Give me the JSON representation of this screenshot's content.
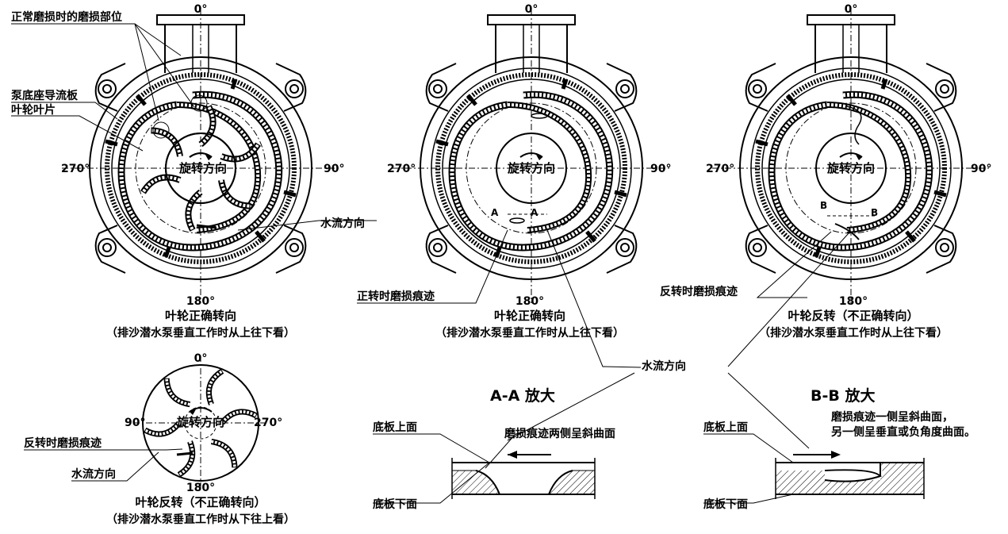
{
  "angles": {
    "deg0": "0°",
    "deg90": "90°",
    "deg180": "180°",
    "deg270": "270°"
  },
  "labels": {
    "rotation_direction": "旋转方向",
    "normal_wear_location": "正常磨损时的磨损部位",
    "pump_base_guide_plate": "泵底座导流板",
    "impeller_blade": "叶轮叶片",
    "water_flow_direction": "水流方向",
    "forward_wear_mark": "正转时磨损痕迹",
    "reverse_wear_mark": "反转时磨损痕迹",
    "plate_top": "底板上面",
    "plate_bottom": "底板下面",
    "aa_zoom": "A-A 放大",
    "bb_zoom": "B-B 放大",
    "aa_note": "磨损痕迹两侧呈斜曲面",
    "bb_note_1": "磨损痕迹一侧呈斜曲面，",
    "bb_note_2": "另一侧呈垂直或负角度曲面。",
    "section_A": "A",
    "section_B": "B"
  },
  "captions": {
    "correct": "叶轮正确转向",
    "incorrect": "叶轮反转（不正确转向）",
    "view_top": "（排沙潜水泵垂直工作时从上往下看）",
    "view_bottom": "（排沙潜水泵垂直工作时从下往上看）"
  }
}
